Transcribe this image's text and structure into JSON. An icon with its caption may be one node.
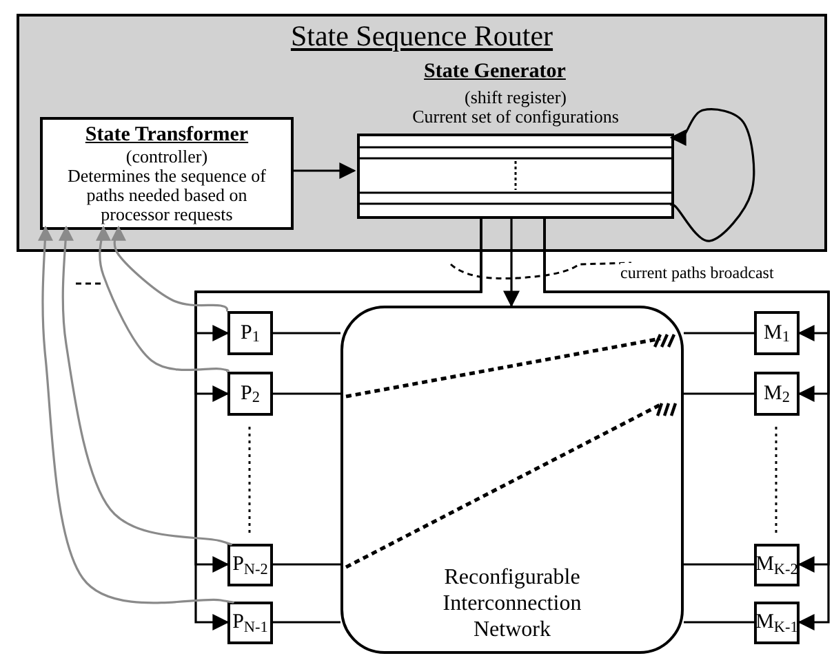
{
  "diagram": {
    "nodes": [
      {
        "text": [
          "State Sequence Router"
        ]
      },
      {
        "text": [
          "State Transformer",
          "(controller)",
          "Determines the sequence of paths needed based on processor requests"
        ],
        "in": 0
      },
      {
        "text": [
          "State Generator",
          "(shift register)",
          "Current set of configurations"
        ],
        "in": 0
      },
      {
        "text": [
          "P$_{1}$"
        ]
      },
      {
        "text": [
          "P$_{2}$"
        ]
      },
      {
        "text": [
          "P$_{N-2}$"
        ]
      },
      {
        "text": [
          "P$_{N-1}$"
        ]
      },
      {
        "text": [
          "Reconfigurable Interconnection Network"
        ]
      },
      {
        "text": [
          "M$_{1}$"
        ]
      },
      {
        "text": [
          "M$_{2}$"
        ]
      },
      {
        "text": [
          "M$_{K-2}$"
        ]
      },
      {
        "text": [
          "M$_{K-1}$"
        ]
      }
    ],
    "edges": [
      {
        "from": 1,
        "to": 2,
        "arrow": "to"
      },
      {
        "from": 2,
        "to": 2,
        "arrow": "to"
      },
      {
        "from": 2,
        "to": 7,
        "arrow": "to"
      },
      {
        "from": 2,
        "to": 3,
        "arrow": "to"
      },
      {
        "from": 2,
        "to": 4,
        "arrow": "to"
      },
      {
        "from": 2,
        "to": 5,
        "arrow": "to"
      },
      {
        "from": 2,
        "to": 6,
        "arrow": "to"
      },
      {
        "from": 2,
        "to": 8,
        "arrow": "to"
      },
      {
        "from": 2,
        "to": 9,
        "arrow": "to"
      },
      {
        "from": 2,
        "to": 10,
        "arrow": "to"
      },
      {
        "from": 2,
        "to": 11,
        "arrow": "to"
      },
      {
        "from": 3,
        "to": 1,
        "arrow": "to",
        "color": "#8a8a8a"
      },
      {
        "from": 4,
        "to": 1,
        "arrow": "to",
        "color": "#8a8a8a"
      },
      {
        "from": 5,
        "to": 1,
        "arrow": "to",
        "color": "#8a8a8a"
      },
      {
        "from": 6,
        "to": 1,
        "arrow": "to",
        "color": "#8a8a8a"
      },
      {
        "from": 3,
        "to": 7,
        "arrow": "none"
      },
      {
        "from": 4,
        "to": 7,
        "arrow": "none"
      },
      {
        "from": 5,
        "to": 7,
        "arrow": "none"
      },
      {
        "from": 6,
        "to": 7,
        "arrow": "none"
      },
      {
        "from": 8,
        "to": 7,
        "arrow": "none"
      },
      {
        "from": 9,
        "to": 7,
        "arrow": "none"
      },
      {
        "from": 10,
        "to": 7,
        "arrow": "none"
      },
      {
        "from": 11,
        "to": 7,
        "arrow": "none"
      }
    ],
    "labels": [
      "current paths broadcast"
    ]
  }
}
